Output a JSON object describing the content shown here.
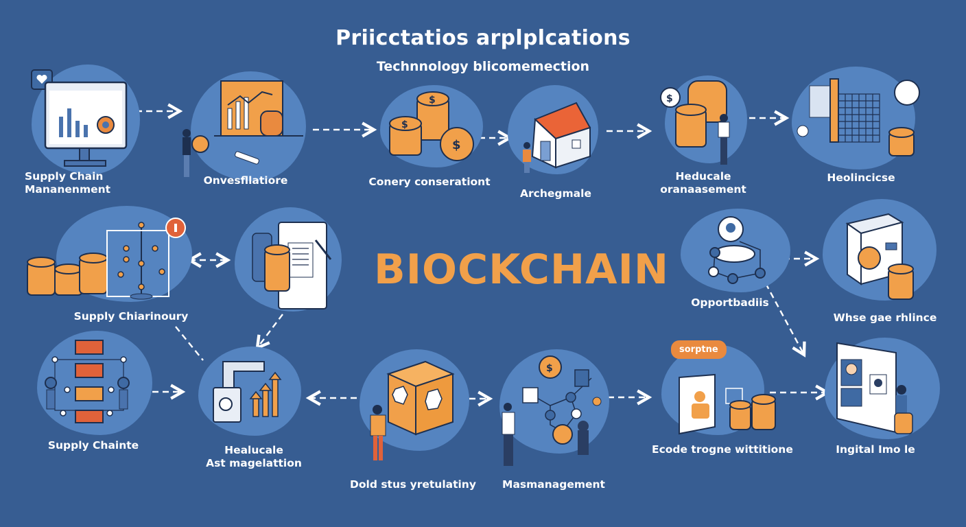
{
  "header": {
    "title": "Priicctatios arplplcations",
    "subtitle": "Technnology blicomemection"
  },
  "center": {
    "title": "BIOCKCHAIN"
  },
  "nodes": [
    {
      "id": "n1",
      "label_lines": [
        "Supply Chain",
        "Mananenment"
      ],
      "icon": "monitor-chart-icon"
    },
    {
      "id": "n2",
      "label_lines": [
        "Onvesfllatiore"
      ],
      "icon": "analytics-board-icon"
    },
    {
      "id": "n3",
      "label_lines": [
        "Conery conserationt"
      ],
      "icon": "coin-stacks-icon"
    },
    {
      "id": "n4",
      "label_lines": [
        "Archegmale"
      ],
      "icon": "house-icon"
    },
    {
      "id": "n5",
      "label_lines": [
        "Heducale",
        "oranaasement"
      ],
      "icon": "coin-vault-icon"
    },
    {
      "id": "n6",
      "label_lines": [
        "Heolincicse"
      ],
      "icon": "grid-cage-icon"
    },
    {
      "id": "n7",
      "label_lines": [
        "Supply Chiarinoury"
      ],
      "icon": "network-tree-icon"
    },
    {
      "id": "n8",
      "label_lines": [
        ""
      ],
      "icon": "document-coins-icon"
    },
    {
      "id": "n9",
      "label_lines": [
        "Opportbadiis"
      ],
      "icon": "lightbulb-network-icon"
    },
    {
      "id": "n10",
      "label_lines": [
        "Whse gae rhlince"
      ],
      "icon": "safe-box-icon"
    },
    {
      "id": "n11",
      "label_lines": [
        "Supply Chainte"
      ],
      "icon": "stacked-blocks-icon"
    },
    {
      "id": "n12",
      "label_lines": [
        "Healucale",
        "Ast magelattion"
      ],
      "icon": "growth-chart-icon"
    },
    {
      "id": "n13",
      "label_lines": [
        "Dold stus yretulatiny"
      ],
      "icon": "crypto-cube-icon"
    },
    {
      "id": "n14",
      "label_lines": [
        "Masmanagement"
      ],
      "icon": "coin-network-icon"
    },
    {
      "id": "n15",
      "label_lines": [
        "Ecode trogne wittitione"
      ],
      "icon": "identity-card-icon",
      "badge": "sorptne"
    },
    {
      "id": "n16",
      "label_lines": [
        "Ingital Imo le"
      ],
      "icon": "profile-window-icon"
    }
  ],
  "colors": {
    "background": "#375d92",
    "blob": "#5584c0",
    "accent_orange": "#f1a04a",
    "accent_red": "#e0623a",
    "text": "#ffffff"
  }
}
